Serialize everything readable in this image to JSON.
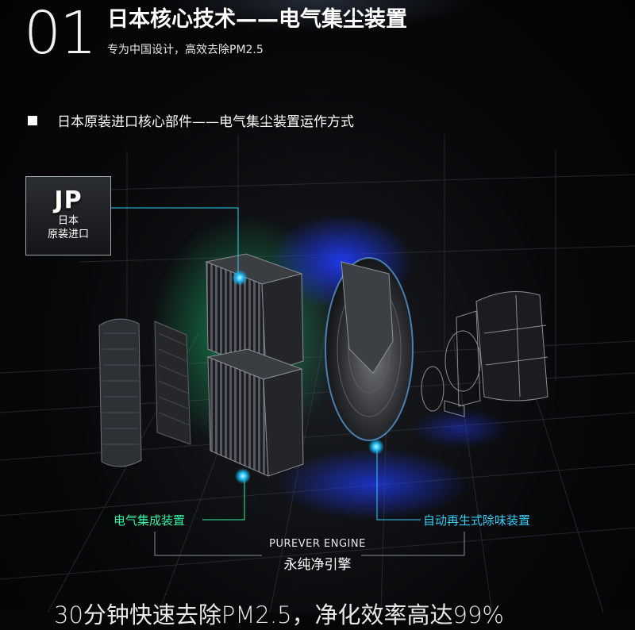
{
  "header": {
    "number": "01",
    "title": "日本核心技术——电气集尘装置",
    "subtitle": "专为中国设计，高效去除PM2.5"
  },
  "section": {
    "label": "日本原装进口核心部件——电气集尘装置运作方式"
  },
  "badge": {
    "code": "JP",
    "line1": "日本",
    "line2": "原装进口"
  },
  "callouts": {
    "left": "电气集成装置",
    "right": "自动再生式除味装置"
  },
  "engine": {
    "name_en": "PUREVER ENGINE",
    "name_cn": "永纯净引擎"
  },
  "footer": {
    "text": "30分钟快速去除PM2.5，净化效率高达99%"
  },
  "colors": {
    "accent_green": "#34f0a0",
    "accent_cyan": "#34cdf5",
    "background": "#050607"
  }
}
